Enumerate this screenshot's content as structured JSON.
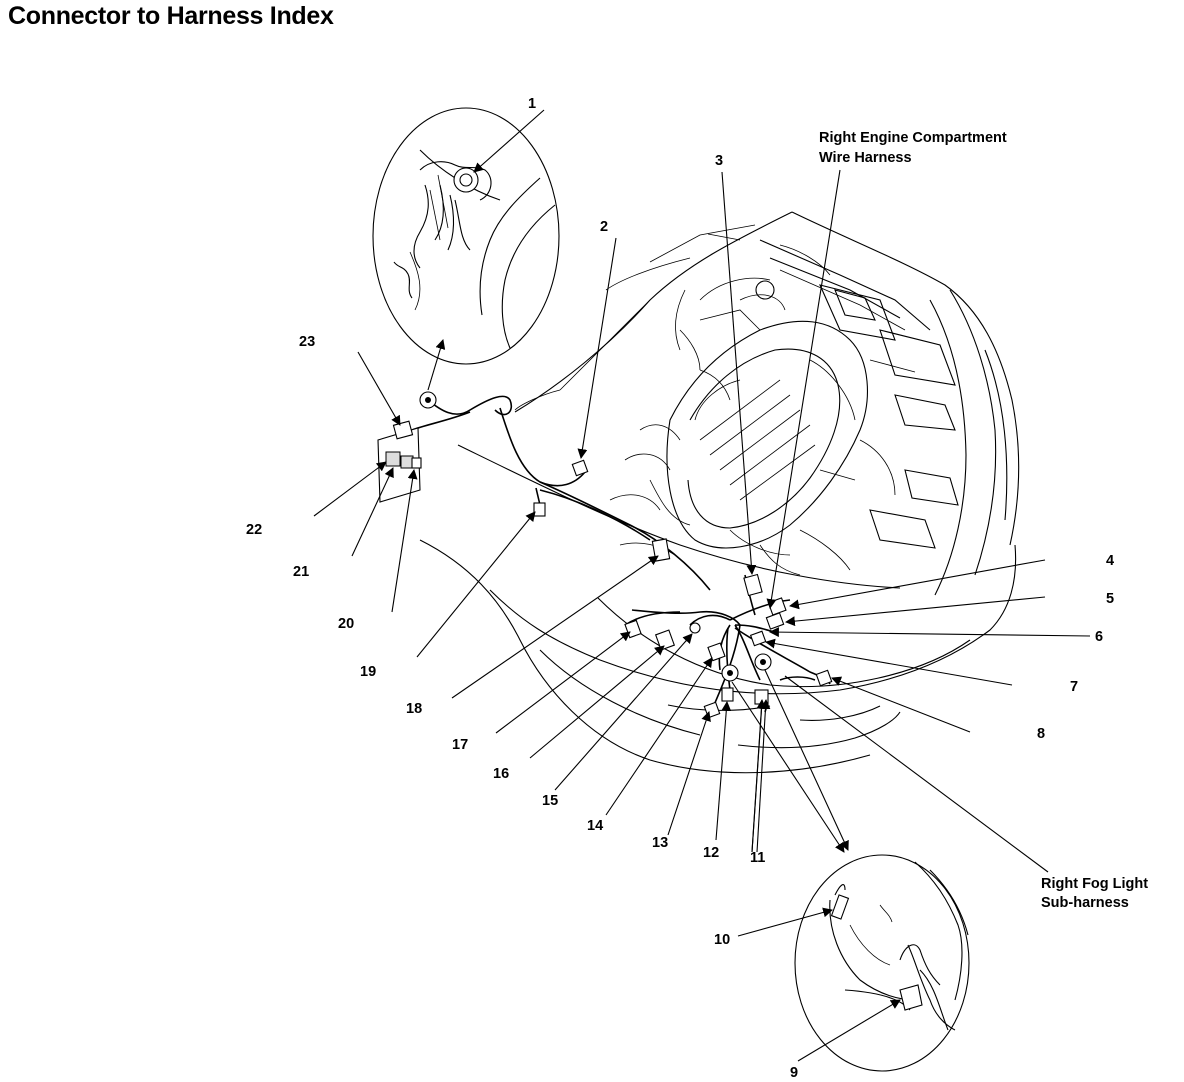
{
  "page": {
    "title": "Connector to Harness Index"
  },
  "labels": {
    "right_engine_harness": [
      "Right Engine Compartment",
      "Wire Harness"
    ],
    "right_fog_subharness": [
      "Right Fog Light",
      "Sub-harness"
    ]
  },
  "callouts": [
    "1",
    "2",
    "3",
    "4",
    "5",
    "6",
    "7",
    "8",
    "9",
    "10",
    "11",
    "12",
    "13",
    "14",
    "15",
    "16",
    "17",
    "18",
    "19",
    "20",
    "21",
    "22",
    "23"
  ],
  "colors": {
    "ink": "#000000",
    "paper": "#ffffff"
  }
}
